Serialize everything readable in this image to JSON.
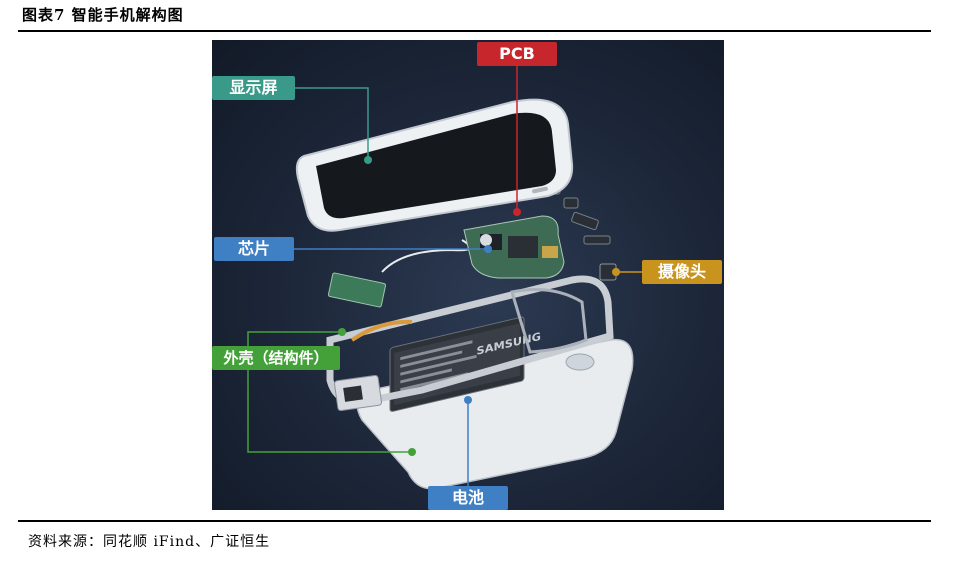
{
  "figure": {
    "title": "图表7 智能手机解构图",
    "source": "资料来源：同花顺 iFind、广证恒生"
  },
  "callouts": {
    "display": "显示屏",
    "pcb": "PCB",
    "chip": "芯片",
    "camera": "摄像头",
    "case": "外壳（结构件）",
    "battery": "电池"
  },
  "battery_brand": "SAMSUNG",
  "colors": {
    "display": "#3a9a8a",
    "pcb": "#c8262d",
    "chip": "#3f7fc4",
    "camera": "#c9941e",
    "case": "#44a13a",
    "battery": "#3f7fc4"
  }
}
